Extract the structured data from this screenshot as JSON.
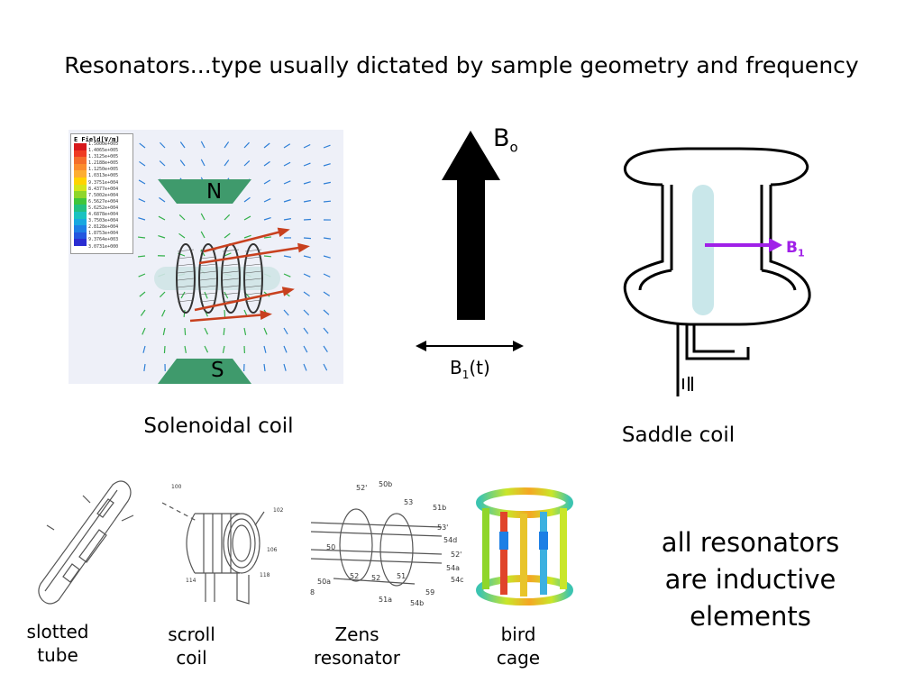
{
  "title": "Resonators...type usually dictated by sample geometry and frequency",
  "solenoid": {
    "caption": "Solenoidal coil",
    "pole_north": "N",
    "pole_south": "S",
    "legend": {
      "title": "E Field[V/m]",
      "colors": [
        "#d7191c",
        "#ef3b22",
        "#f46d2b",
        "#fb8c2e",
        "#fdae32",
        "#ffd300",
        "#d5e619",
        "#8fd62a",
        "#3fc63b",
        "#22c080",
        "#18c2c0",
        "#17a8e0",
        "#1d7fe5",
        "#2357df",
        "#2a2dd2"
      ],
      "values": [
        "1.5000e+005",
        "1.4065e+005",
        "1.3125e+005",
        "1.2188e+005",
        "1.1250e+005",
        "1.0313e+005",
        "9.3751e+004",
        "8.4377e+004",
        "7.5002e+004",
        "6.5627e+004",
        "5.6252e+004",
        "4.6878e+004",
        "3.7503e+004",
        "2.8128e+004",
        "1.8753e+004",
        "9.3764e+003",
        "3.0731e+000"
      ]
    }
  },
  "field": {
    "b0_base": "B",
    "b0_sub": "o",
    "b1t_base": "B",
    "b1t_sub": "1",
    "b1t_suffix": "(t)"
  },
  "saddle": {
    "caption": "Saddle coil",
    "b1_base": "B",
    "b1_sub": "1"
  },
  "thumbnails": [
    {
      "line1": "slotted",
      "line2": "tube"
    },
    {
      "line1": "scroll",
      "line2": "coil"
    },
    {
      "line1": "Zens",
      "line2": "resonator"
    },
    {
      "line1": "bird",
      "line2": "cage"
    }
  ],
  "zens_labels": [
    "52'",
    "50b",
    "53",
    "51b",
    "53'",
    "54d",
    "52'",
    "54a",
    "54c",
    "59",
    "54b",
    "51a",
    "51",
    "52",
    "52",
    "50a",
    "50",
    "8"
  ],
  "scroll_labels": [
    "100",
    "102",
    "106",
    "114",
    "118"
  ],
  "note": {
    "line1": "all resonators",
    "line2": "are inductive",
    "line3": "elements"
  },
  "colors": {
    "pole_green": "#3f9a6c",
    "b1_purple": "#a020e8",
    "tube_fill": "#c9e7ea",
    "arrow_red": "#c8401e",
    "field_blue": "#2e7fd6",
    "field_green": "#33b04a"
  }
}
